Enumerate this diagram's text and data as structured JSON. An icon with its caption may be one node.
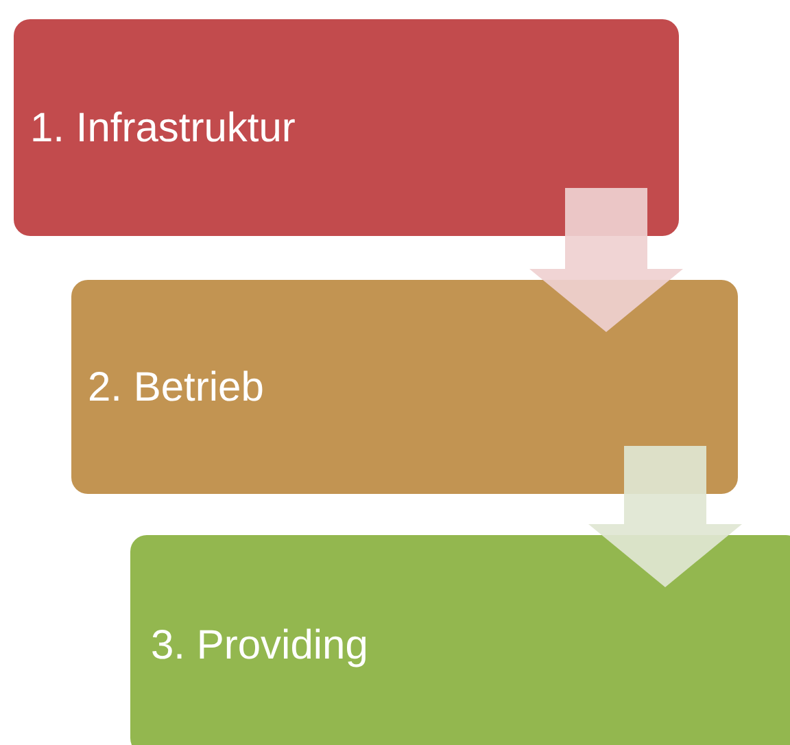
{
  "diagram": {
    "nodes": [
      {
        "text": [
          "1. Infrastruktur"
        ]
      },
      {
        "text": [
          "2. Betrieb"
        ]
      },
      {
        "text": [
          "3. Providing"
        ]
      }
    ],
    "edges": [
      {
        "from": 0,
        "to": 1,
        "arrow": "to",
        "color": "#efd0d0"
      },
      {
        "from": 1,
        "to": 2,
        "arrow": "to",
        "color": "#dfe6d2"
      }
    ]
  }
}
